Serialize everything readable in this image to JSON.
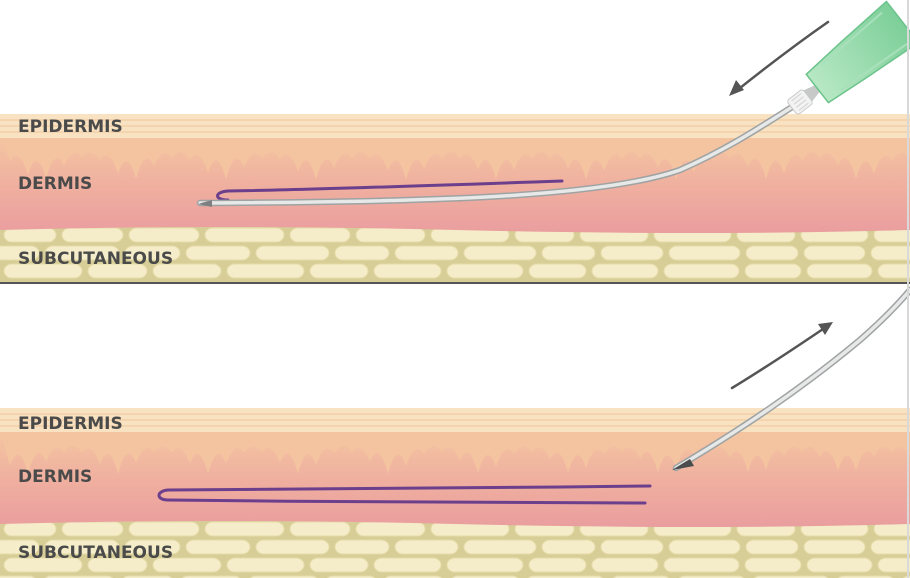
{
  "panels": [
    {
      "epidermis_label": "EPIDERMIS",
      "dermis_label": "DERMIS",
      "subcutaneous_label": "SUBCUTANEOUS",
      "arrow_direction": "insertion"
    },
    {
      "epidermis_label": "EPIDERMIS",
      "dermis_label": "DERMIS",
      "subcutaneous_label": "SUBCUTANEOUS",
      "arrow_direction": "withdrawal"
    }
  ],
  "colors": {
    "epidermis": "#f9e4c4",
    "dermis": "#f2b79c",
    "dermis_deep": "#ec9f9c",
    "fat_cell": "#f4ebc6",
    "fat_background": "#d8cf9b",
    "thread": "#6b3f8c",
    "needle": "#cfd1d1",
    "syringe_hub": "#8ed6a6",
    "arrow": "#555555",
    "label": "#4a4a4a"
  },
  "icons": [
    "syringe-icon",
    "needle-icon",
    "arrow-icon",
    "thread-icon"
  ]
}
